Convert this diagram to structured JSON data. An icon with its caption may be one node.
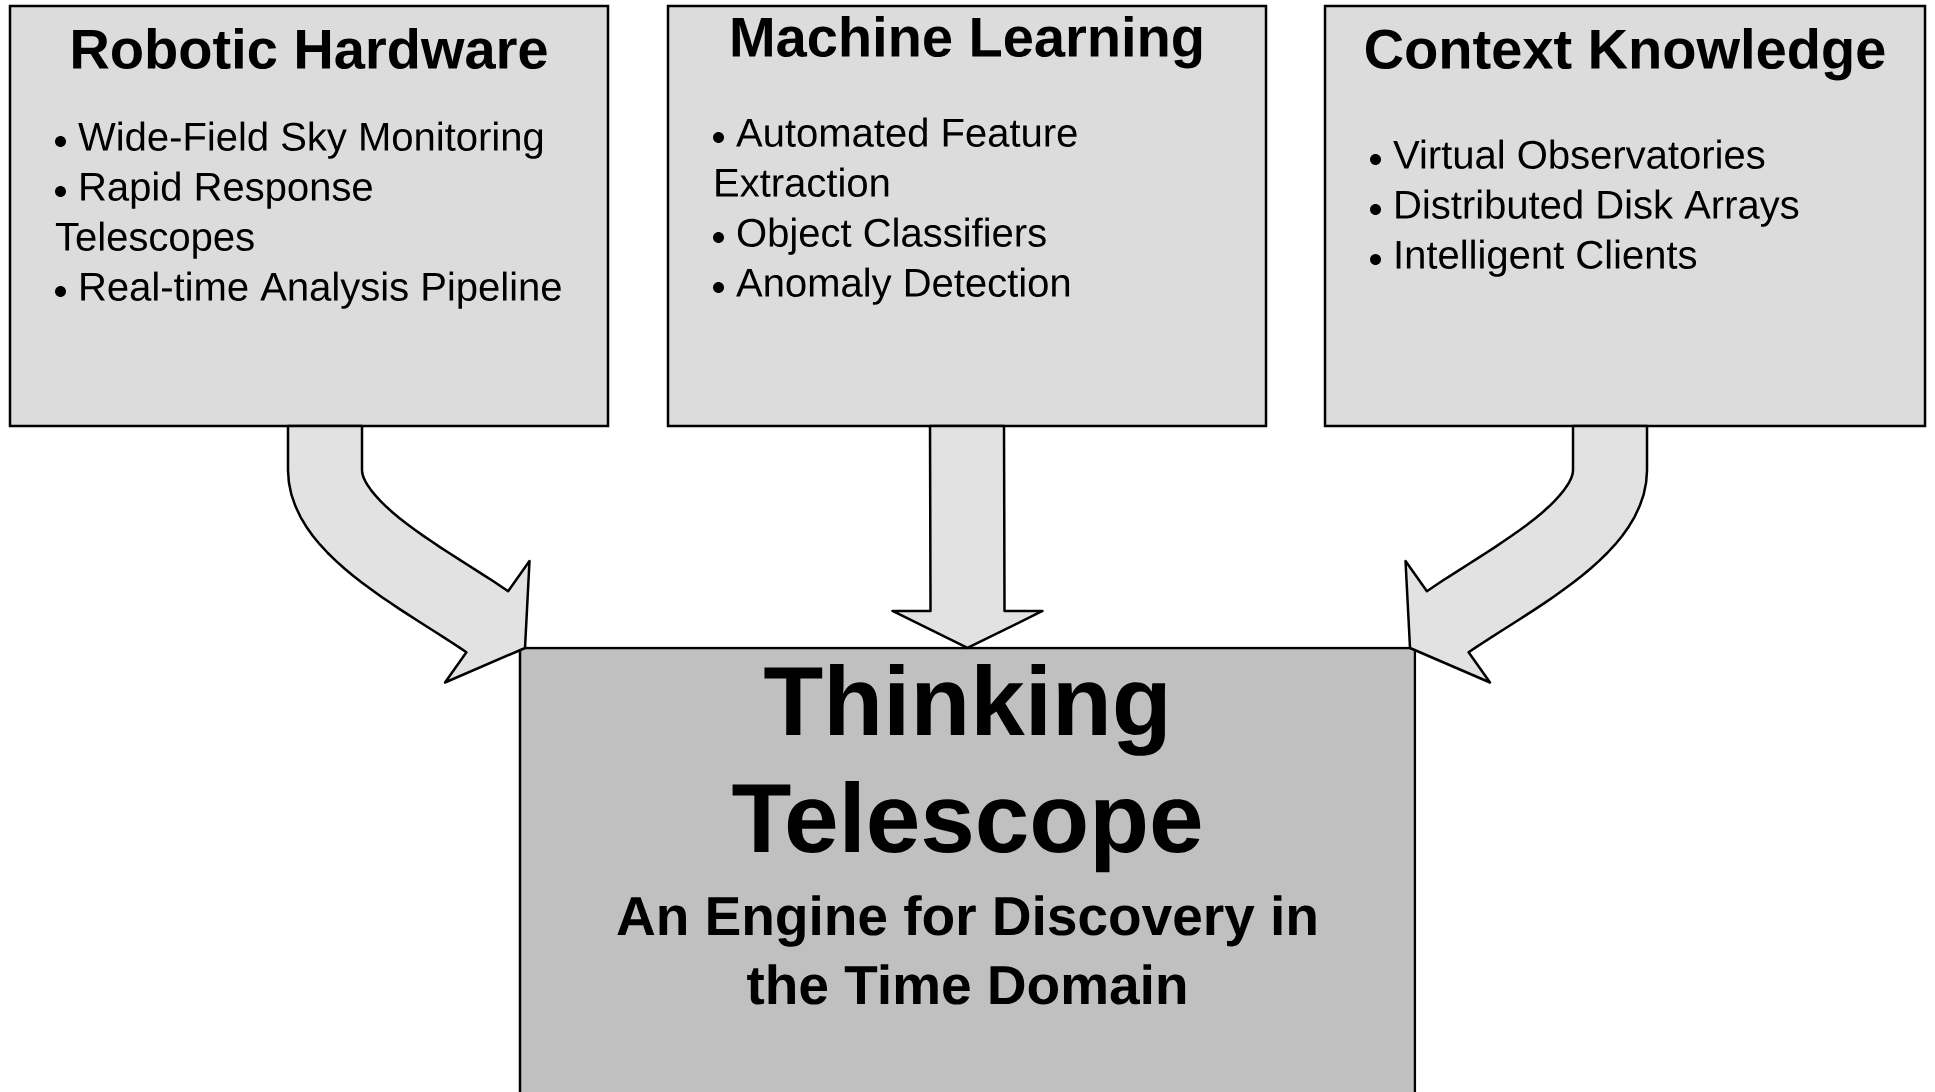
{
  "diagram": {
    "nodes": [
      {
        "text": [
          "Robotic Hardware",
          "Wide-Field Sky Monitoring",
          "Rapid Response Telescopes",
          "Real-time Analysis Pipeline"
        ]
      },
      {
        "text": [
          "Machine Learning",
          "Automated Feature Extraction",
          "Object Classifiers",
          "Anomaly Detection"
        ]
      },
      {
        "text": [
          "Context Knowledge",
          "Virtual Observatories",
          "Distributed Disk Arrays",
          "Intelligent Clients"
        ]
      },
      {
        "text": [
          "Thinking Telescope",
          "An Engine for Discovery in the Time Domain"
        ]
      }
    ],
    "edges": [
      {
        "from": 0,
        "to": 3,
        "arrow": "to"
      },
      {
        "from": 1,
        "to": 3,
        "arrow": "to"
      },
      {
        "from": 2,
        "to": 3,
        "arrow": "to"
      }
    ]
  }
}
